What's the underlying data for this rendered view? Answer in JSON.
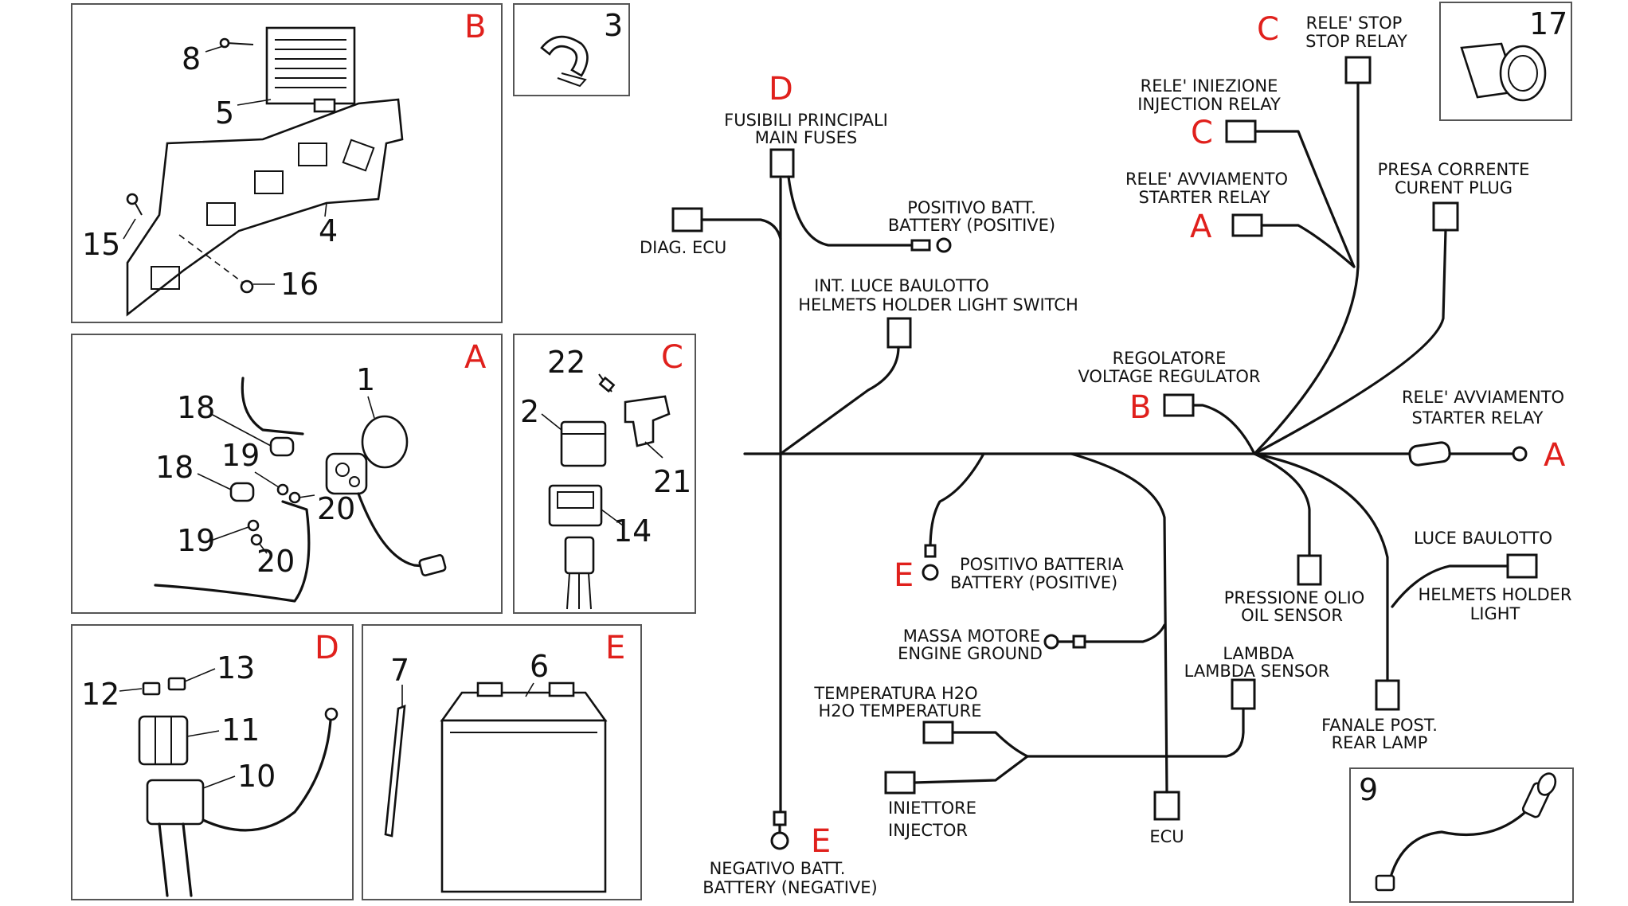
{
  "panels": {
    "B": {
      "letter": "B",
      "numbers": [
        "8",
        "5",
        "4",
        "15",
        "16"
      ]
    },
    "p3": {
      "number": "3"
    },
    "A": {
      "letter": "A",
      "numbers": [
        "1",
        "18",
        "18",
        "19",
        "19",
        "20",
        "20"
      ]
    },
    "C": {
      "letter": "C",
      "numbers": [
        "22",
        "2",
        "21",
        "14"
      ]
    },
    "D": {
      "letter": "D",
      "numbers": [
        "12",
        "13",
        "11",
        "10"
      ]
    },
    "E": {
      "letter": "E",
      "numbers": [
        "7",
        "6"
      ]
    },
    "p17": {
      "number": "17"
    },
    "p9": {
      "number": "9"
    }
  },
  "wiring": {
    "fuses": {
      "letter": "D",
      "line1": "FUSIBILI PRINCIPALI",
      "line2": "MAIN FUSES"
    },
    "diag_ecu": {
      "line1": "DIAG. ECU"
    },
    "batt_pos_top": {
      "line1": "POSITIVO BATT.",
      "line2": "BATTERY (POSITIVE)"
    },
    "helmet_switch": {
      "line1": "INT. LUCE BAULOTTO",
      "line2": "HELMETS HOLDER LIGHT SWITCH"
    },
    "stop_relay": {
      "letter": "C",
      "line1": "RELE' STOP",
      "line2": "STOP RELAY"
    },
    "injection_relay": {
      "letter": "C",
      "line1": "RELE' INIEZIONE",
      "line2": "INJECTION RELAY"
    },
    "starter_relay_top": {
      "letter": "A",
      "line1": "RELE' AVVIAMENTO",
      "line2": "STARTER RELAY"
    },
    "current_plug": {
      "line1": "PRESA CORRENTE",
      "line2": "CURENT PLUG"
    },
    "voltage_regulator": {
      "letter": "B",
      "line1": "REGOLATORE",
      "line2": "VOLTAGE REGULATOR"
    },
    "starter_relay_right": {
      "letter": "A",
      "line1": "RELE' AVVIAMENTO",
      "line2": "STARTER RELAY"
    },
    "batt_pos_mid": {
      "letter": "E",
      "line1": "POSITIVO BATTERIA",
      "line2": "BATTERY (POSITIVE)"
    },
    "oil_sensor": {
      "line1": "PRESSIONE OLIO",
      "line2": "OIL SENSOR"
    },
    "helmet_light": {
      "line1": "LUCE BAULOTTO",
      "line2": "HELMETS HOLDER",
      "line3": "LIGHT"
    },
    "engine_ground": {
      "line1": "MASSA MOTORE",
      "line2": "ENGINE GROUND"
    },
    "lambda": {
      "line1": "LAMBDA",
      "line2": "LAMBDA SENSOR"
    },
    "h2o_temp": {
      "line1": "TEMPERATURA H2O",
      "line2": "H2O TEMPERATURE"
    },
    "injector": {
      "line1": "INIETTORE",
      "line2": "INJECTOR"
    },
    "ecu": {
      "line1": "ECU"
    },
    "rear_lamp": {
      "line1": "FANALE POST.",
      "line2": "REAR LAMP"
    },
    "batt_neg": {
      "letter": "E",
      "line1": "NEGATIVO BATT.",
      "line2": "BATTERY (NEGATIVE)"
    }
  },
  "colors": {
    "letters": "#e0201c",
    "lines": "#111111",
    "frames": "#555555"
  }
}
